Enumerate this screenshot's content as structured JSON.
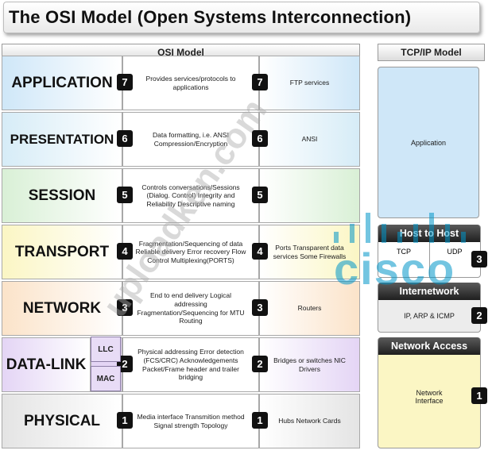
{
  "title": "The OSI Model (Open Systems Interconnection)",
  "osi_header": "OSI Model",
  "tcpip_header": "TCP/IP Model",
  "layers": [
    {
      "name": "APPLICATION",
      "num": "7",
      "desc": "Provides services/protocols to applications",
      "examples": "FTP services",
      "color": "#cfe7f8"
    },
    {
      "name": "PRESENTATION",
      "num": "6",
      "desc": "Data formatting, i.e. ANSI Compression/Encryption",
      "examples": "ANSI",
      "color": "#d6ecf7"
    },
    {
      "name": "SESSION",
      "num": "5",
      "desc": "Controls conversations/Sessions (Dialog. Control) Integrity and Reliability Descriptive naming",
      "examples": "",
      "color": "#d9f0d6"
    },
    {
      "name": "TRANSPORT",
      "num": "4",
      "desc": "Fragmentation/Sequencing of data Reliable delivery Error recovery Flow Control Multiplexing(PORTS)",
      "examples": "Ports Transparent data services Some Firewalls",
      "color": "#fbf6c4"
    },
    {
      "name": "NETWORK",
      "num": "3",
      "desc": "End to end delivery Logical addressing Fragmentation/Sequencing for MTU Routing",
      "examples": "Routers",
      "color": "#fbe3c9"
    },
    {
      "name": "DATA-LINK",
      "num": "2",
      "desc": "Physical addressing Error detection (FCS/CRC) Acknowledgements Packet/Frame header and trailer bridging",
      "examples": "Bridges or switches NIC Drivers",
      "color": "#e4d5f5"
    },
    {
      "name": "PHYSICAL",
      "num": "1",
      "desc": "Media interface Transmition method Signal strength Topology",
      "examples": "Hubs Network Cards",
      "color": "#e4e4e4"
    }
  ],
  "datalink_sub": [
    "LLC",
    "MAC"
  ],
  "tcpip": {
    "application": "Application",
    "host_to_host": "Host to Host",
    "tcp": "TCP",
    "udp": "UDP",
    "host_num": "3",
    "internetwork": "Internetwork",
    "internet_protocols": "IP, ARP & ICMP",
    "internet_num": "2",
    "network_access": "Network Access",
    "network_interface": "Network Interface",
    "access_num": "1"
  },
  "watermark": "uploadken.com",
  "logo_text": "cisco",
  "colors": {
    "app_blue": "#cfe7f8",
    "internet_gray": "#ececec",
    "access_yellow": "#fbf6c4"
  }
}
